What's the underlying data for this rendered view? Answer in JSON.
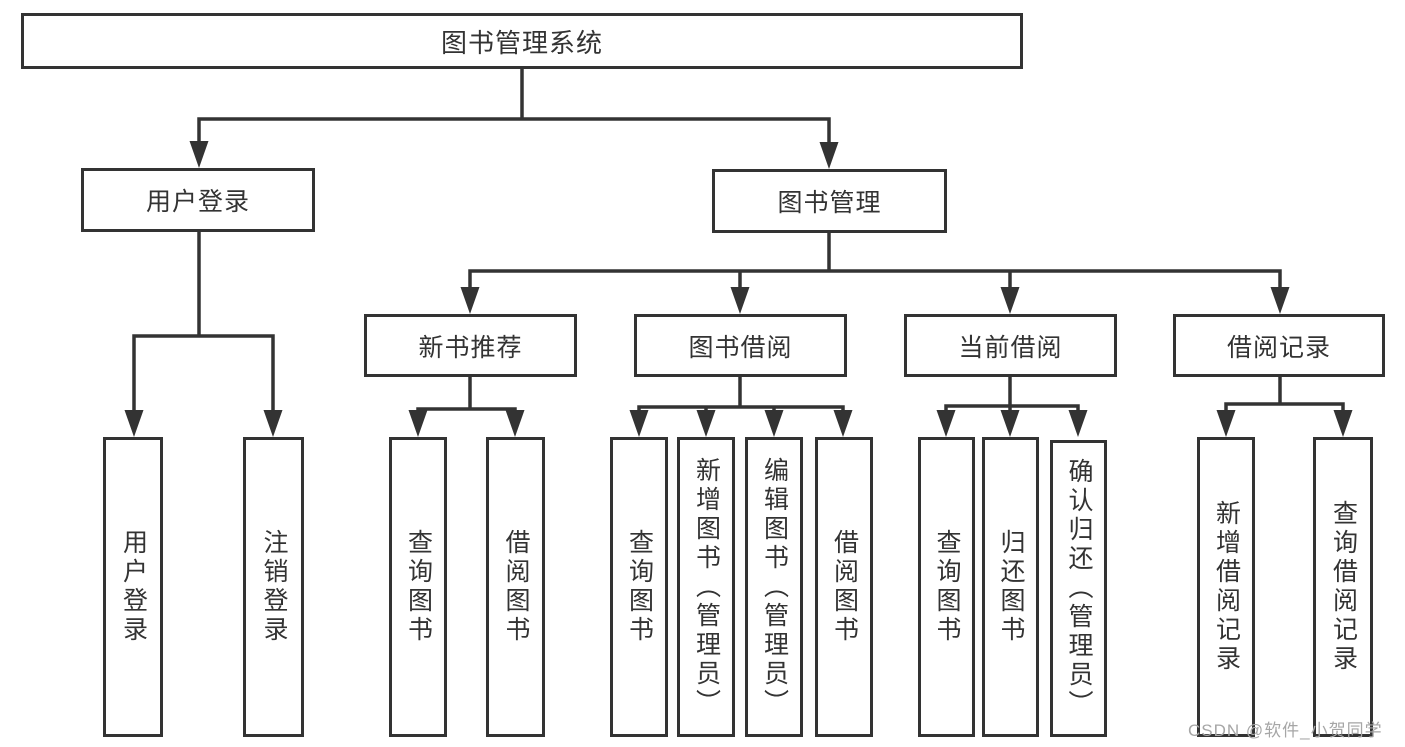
{
  "diagram": {
    "root": {
      "label": "图书管理系统"
    },
    "level1": [
      {
        "label": "用户登录"
      },
      {
        "label": "图书管理"
      }
    ],
    "level2": [
      {
        "label": "新书推荐",
        "parent": "图书管理"
      },
      {
        "label": "图书借阅",
        "parent": "图书管理"
      },
      {
        "label": "当前借阅",
        "parent": "图书管理"
      },
      {
        "label": "借阅记录",
        "parent": "图书管理"
      }
    ],
    "leaves": [
      {
        "label": "用户登录",
        "parent": "用户登录"
      },
      {
        "label": "注销登录",
        "parent": "用户登录"
      },
      {
        "label": "查询图书",
        "parent": "新书推荐"
      },
      {
        "label": "借阅图书",
        "parent": "新书推荐"
      },
      {
        "label": "查询图书",
        "parent": "图书借阅"
      },
      {
        "label": "新增图书（管理员）",
        "parent": "图书借阅"
      },
      {
        "label": "编辑图书（管理员）",
        "parent": "图书借阅"
      },
      {
        "label": "借阅图书",
        "parent": "图书借阅"
      },
      {
        "label": "查询图书",
        "parent": "当前借阅"
      },
      {
        "label": "归还图书",
        "parent": "当前借阅"
      },
      {
        "label": "确认归还（管理员）",
        "parent": "当前借阅"
      },
      {
        "label": "新增借阅记录",
        "parent": "借阅记录"
      },
      {
        "label": "查询借阅记录",
        "parent": "借阅记录"
      }
    ]
  },
  "watermark": {
    "text": "CSDN @软件_小贺同学"
  },
  "colors": {
    "line": "#333333",
    "text": "#333333",
    "node_background": "#ffffff",
    "watermark": "#a6a6a6",
    "background": "#ffffff"
  }
}
